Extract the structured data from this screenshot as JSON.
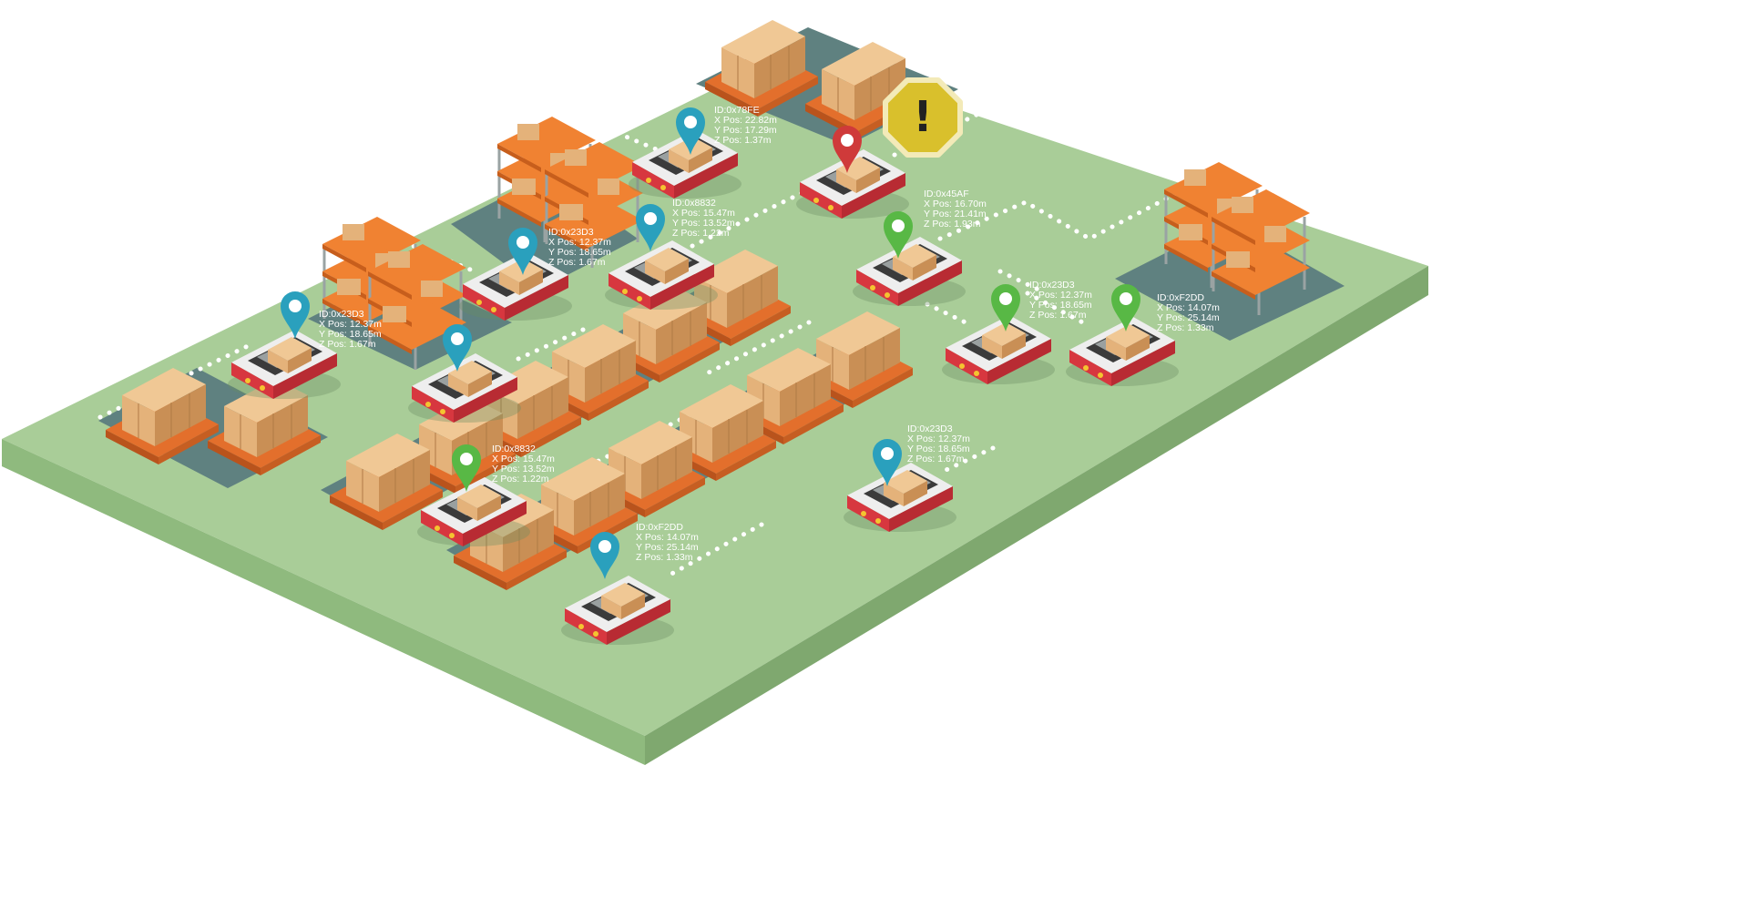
{
  "colors": {
    "floor_top": "#a9cd98",
    "floor_left": "#8fba7e",
    "floor_right": "#7fa86f",
    "zone": "#5f8180",
    "pallet": "#e36f2c",
    "box": "#e4b27a",
    "box_dark": "#c98f55",
    "shelf": "#f07d2e",
    "robot_red": "#d7373f",
    "robot_body": "#e9e9e9",
    "pin_blue": "#2aa0bd",
    "pin_green": "#58b845",
    "pin_red": "#cf3a3a",
    "alert": "#d9c02c",
    "path": "#ffffff"
  },
  "icons": {
    "alert": "exclamation-octagon-icon",
    "pin": "map-pin-icon"
  },
  "alert_symbol": "!",
  "robots": [
    {
      "pin": "blue",
      "labels": [
        "ID:0x78FE",
        "X Pos: 22.82m",
        "Y Pos: 17.29m",
        "Z Pos: 1.37m"
      ]
    },
    {
      "pin": "red",
      "labels": []
    },
    {
      "pin": "blue",
      "labels": [
        "ID:0x8832",
        "X Pos: 15.47m",
        "Y Pos: 13.52m",
        "Z Pos: 1.22m"
      ]
    },
    {
      "pin": "blue",
      "labels": [
        "ID:0x23D3",
        "X Pos: 12.37m",
        "Y Pos: 18.65m",
        "Z Pos: 1.67m"
      ]
    },
    {
      "pin": "green",
      "labels": [
        "ID:0x45AF",
        "X Pos: 16.70m",
        "Y Pos: 21.41m",
        "Z Pos: 1.93m"
      ]
    },
    {
      "pin": "blue",
      "labels": [
        "ID:0x23D3",
        "X Pos: 12.37m",
        "Y Pos: 18.65m",
        "Z Pos: 1.67m"
      ]
    },
    {
      "pin": "blue",
      "labels": []
    },
    {
      "pin": "green",
      "labels": [
        "ID:0x23D3",
        "X Pos: 12.37m",
        "Y Pos: 18.65m",
        "Z Pos: 1.67m"
      ]
    },
    {
      "pin": "green",
      "labels": [
        "ID:0xF2DD",
        "X Pos: 14.07m",
        "Y Pos: 25.14m",
        "Z Pos: 1.33m"
      ]
    },
    {
      "pin": "green",
      "labels": [
        "ID:0x8832",
        "X Pos: 15.47m",
        "Y Pos: 13.52m",
        "Z Pos: 1.22m"
      ]
    },
    {
      "pin": "blue",
      "labels": [
        "ID:0x23D3",
        "X Pos: 12.37m",
        "Y Pos: 18.65m",
        "Z Pos: 1.67m"
      ]
    },
    {
      "pin": "blue",
      "labels": [
        "ID:0xF2DD",
        "X Pos: 14.07m",
        "Y Pos: 25.14m",
        "Z Pos: 1.33m"
      ]
    }
  ]
}
